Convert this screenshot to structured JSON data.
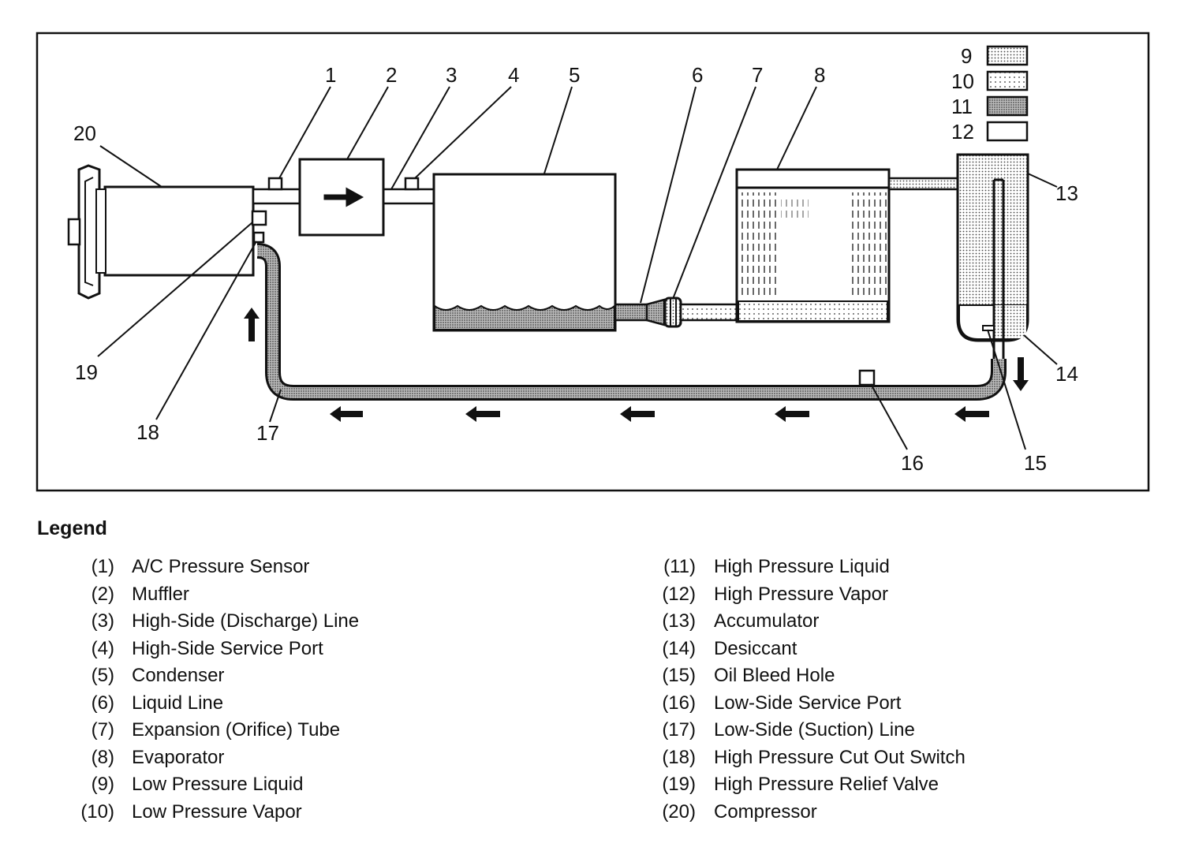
{
  "callouts": [
    "1",
    "2",
    "3",
    "4",
    "5",
    "6",
    "7",
    "8",
    "9",
    "10",
    "11",
    "12",
    "13",
    "14",
    "15",
    "16",
    "17",
    "18",
    "19",
    "20"
  ],
  "legend": {
    "title": "Legend",
    "items": [
      {
        "num": "(1)",
        "label": "A/C Pressure Sensor"
      },
      {
        "num": "(2)",
        "label": "Muffler"
      },
      {
        "num": "(3)",
        "label": "High-Side (Discharge) Line"
      },
      {
        "num": "(4)",
        "label": "High-Side Service Port"
      },
      {
        "num": "(5)",
        "label": "Condenser"
      },
      {
        "num": "(6)",
        "label": "Liquid Line"
      },
      {
        "num": "(7)",
        "label": "Expansion (Orifice) Tube"
      },
      {
        "num": "(8)",
        "label": "Evaporator"
      },
      {
        "num": "(9)",
        "label": "Low Pressure Liquid"
      },
      {
        "num": "(10)",
        "label": "Low Pressure Vapor"
      },
      {
        "num": "(11)",
        "label": "High Pressure Liquid"
      },
      {
        "num": "(12)",
        "label": "High Pressure Vapor"
      },
      {
        "num": "(13)",
        "label": "Accumulator"
      },
      {
        "num": "(14)",
        "label": "Desiccant"
      },
      {
        "num": "(15)",
        "label": "Oil Bleed Hole"
      },
      {
        "num": "(16)",
        "label": "Low-Side Service Port"
      },
      {
        "num": "(17)",
        "label": "Low-Side (Suction) Line"
      },
      {
        "num": "(18)",
        "label": "High Pressure Cut Out Switch"
      },
      {
        "num": "(19)",
        "label": "High Pressure Relief Valve"
      },
      {
        "num": "(20)",
        "label": "Compressor"
      }
    ]
  },
  "colors": {
    "line": "#111111",
    "background": "#ffffff"
  }
}
